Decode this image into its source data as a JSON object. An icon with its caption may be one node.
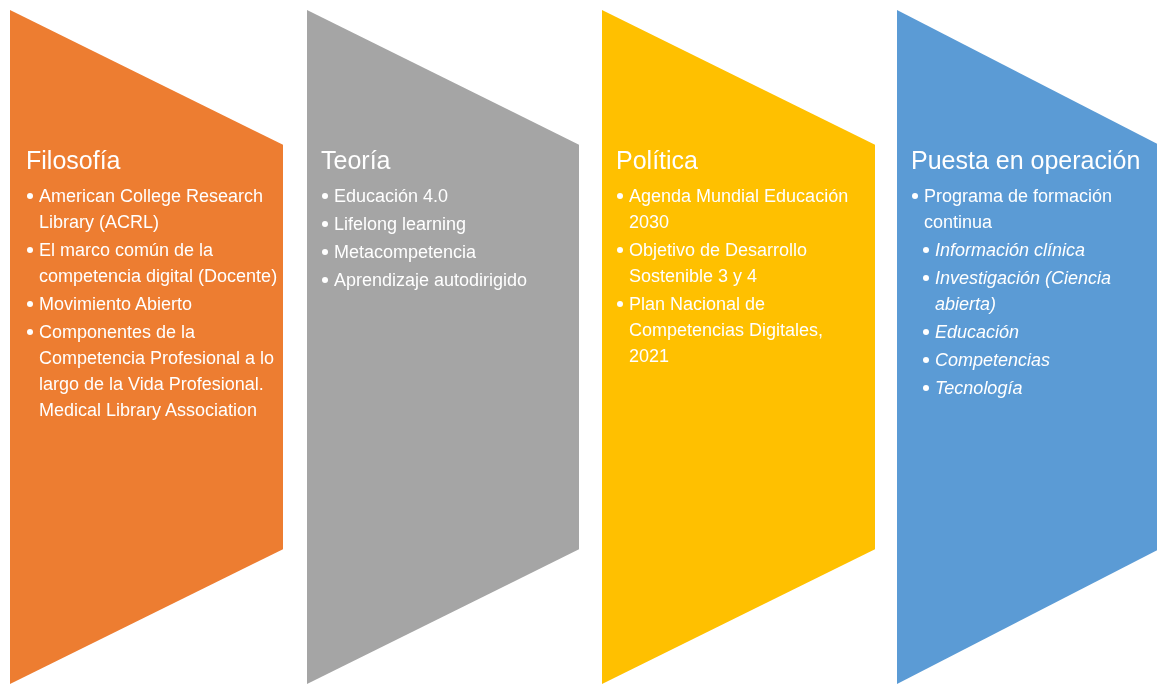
{
  "diagram": {
    "nodes": [
      {
        "text": [
          "Filosofía",
          "American College Research Library (ACRL)",
          "El marco común de la competencia digital (Docente)",
          "Movimiento Abierto",
          "Componentes de la Competencia Profesional a lo largo de la Vida Profesional. Medical Library Association"
        ]
      },
      {
        "text": [
          "Teoría",
          "Educación 4.0",
          "Lifelong learning",
          "Metacompetencia",
          "Aprendizaje autodirigido"
        ]
      },
      {
        "text": [
          "Política",
          "Agenda Mundial Educación 2030",
          "Objetivo de Desarrollo Sostenible 3 y 4",
          "Plan Nacional de Competencias Digitales, 2021"
        ]
      },
      {
        "text": [
          "Puesta en operación",
          "Programa de formación continua",
          "Información clínica",
          "Investigación (Ciencia abierta)",
          "Educación",
          "Competencias",
          "Tecnología"
        ]
      }
    ],
    "edges": []
  }
}
